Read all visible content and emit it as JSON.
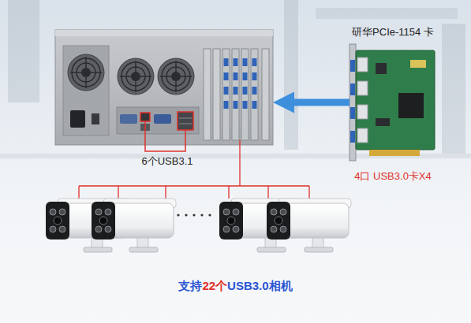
{
  "diagram": {
    "caption": "支持22个USB3.0相机",
    "nodes": [
      {
        "text": [
          "6个USB3.1"
        ]
      },
      {
        "text": [
          "研华PCIe-1154 卡",
          "4口 USB3.0卡X4"
        ]
      }
    ],
    "edges": [
      {
        "from": 1,
        "to": 0,
        "arrow": "to"
      }
    ]
  }
}
